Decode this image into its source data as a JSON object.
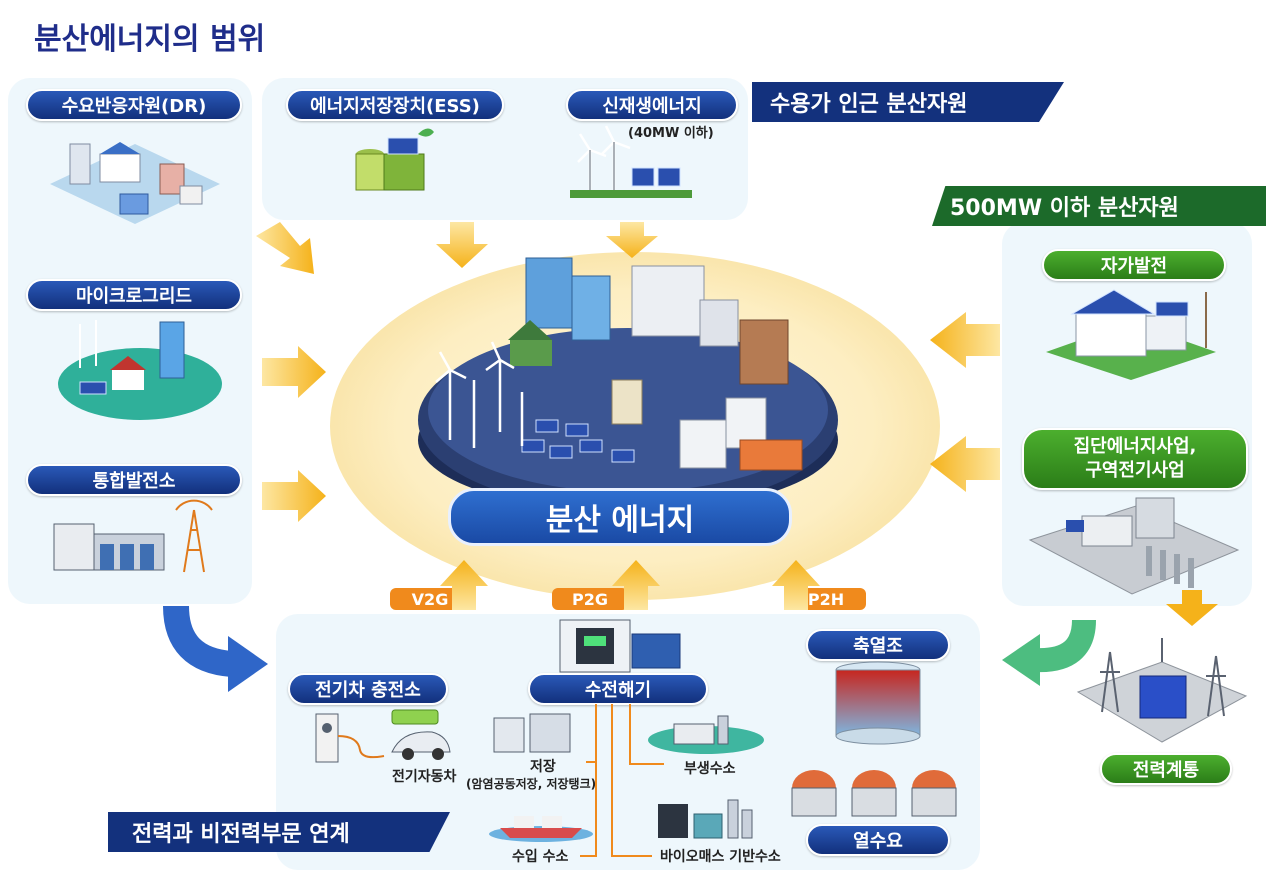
{
  "title": "분산에너지의 범위",
  "top_banner": "수용가 인근 분산자원",
  "right_banner": "500MW 이하 분산자원",
  "bottom_banner": "전력과 비전력부문 연계",
  "center_label": "분산 에너지",
  "left": {
    "dr": "수요반응자원(DR)",
    "microgrid": "마이크로그리드",
    "vpp": "통합발전소"
  },
  "top": {
    "ess": "에너지저장장치(ESS)",
    "renewable": "신재생에너지",
    "renewable_note": "(40MW 이하)"
  },
  "right": {
    "self_gen": "자가발전",
    "district_line1": "집단에너지사업,",
    "district_line2": "구역전기사업",
    "grid": "전력계통"
  },
  "links": {
    "v2g": "V2G",
    "p2g": "P2G",
    "p2h": "P2H"
  },
  "bottom": {
    "ev_station": "전기차 충전소",
    "ev": "전기자동차",
    "electrolyzer": "수전해기",
    "storage": "저장",
    "storage_note": "(암염공동저장, 저장탱크)",
    "byproduct_h2": "부생수소",
    "import_h2": "수입 수소",
    "biomass_h2": "바이오매스 기반수소",
    "heat_storage": "축열조",
    "heat_demand": "열수요"
  },
  "colors": {
    "title": "#1f2d8a",
    "navy": "#1a2f7a",
    "green": "#2e7d32",
    "orange": "#f08a1c",
    "arrow_yellow": "#f6b71d",
    "panel": "#eef7fc"
  }
}
